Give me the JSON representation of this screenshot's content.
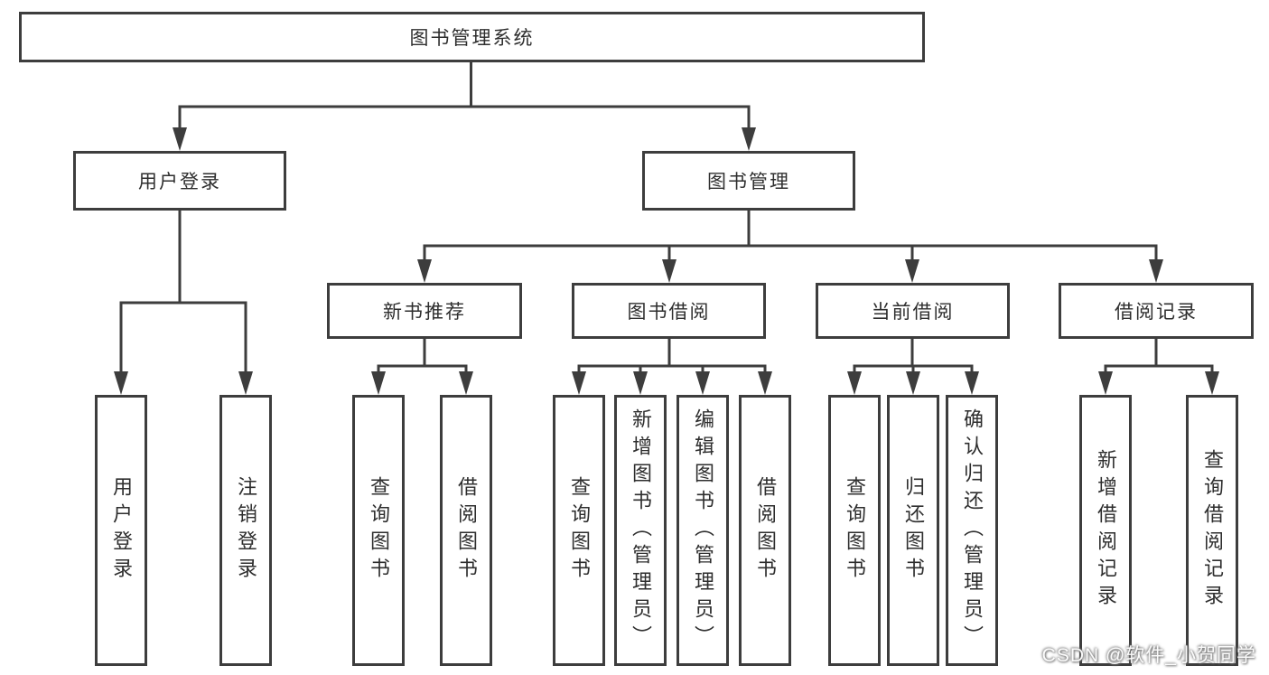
{
  "diagram": {
    "type": "tree",
    "tree": {
      "label": "图书管理系统",
      "children": [
        {
          "label": "用户登录",
          "children": [
            {
              "label": "用户登录"
            },
            {
              "label": "注销登录"
            }
          ]
        },
        {
          "label": "图书管理",
          "children": [
            {
              "label": "新书推荐",
              "children": [
                {
                  "label": "查询图书"
                },
                {
                  "label": "借阅图书"
                }
              ]
            },
            {
              "label": "图书借阅",
              "children": [
                {
                  "label": "查询图书"
                },
                {
                  "label": "新增图书（管理员）"
                },
                {
                  "label": "编辑图书（管理员）"
                },
                {
                  "label": "借阅图书"
                }
              ]
            },
            {
              "label": "当前借阅",
              "children": [
                {
                  "label": "查询图书"
                },
                {
                  "label": "归还图书"
                },
                {
                  "label": "确认归还（管理员）"
                }
              ]
            },
            {
              "label": "借阅记录",
              "children": [
                {
                  "label": "新增借阅记录"
                },
                {
                  "label": "查询借阅记录"
                }
              ]
            }
          ]
        }
      ]
    },
    "line_color": "#3d3d3d",
    "box_background": "#ffffff"
  },
  "watermark": {
    "text": "CSDN @软件_小贺同学"
  }
}
